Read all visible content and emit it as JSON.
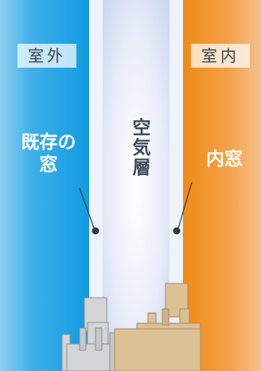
{
  "labels": {
    "outdoor": "室外",
    "indoor": "室内",
    "air_layer": "空気層"
  },
  "callouts": {
    "existing_window": [
      "既存の",
      "窓"
    ],
    "inner_window": "内窓"
  },
  "colors": {
    "outdoor": "#129be0",
    "indoor": "#ef8a16",
    "air_layer": "#e7ecf8",
    "existing_frame": "#d3d5d7",
    "inner_frame": "#dcc096"
  }
}
